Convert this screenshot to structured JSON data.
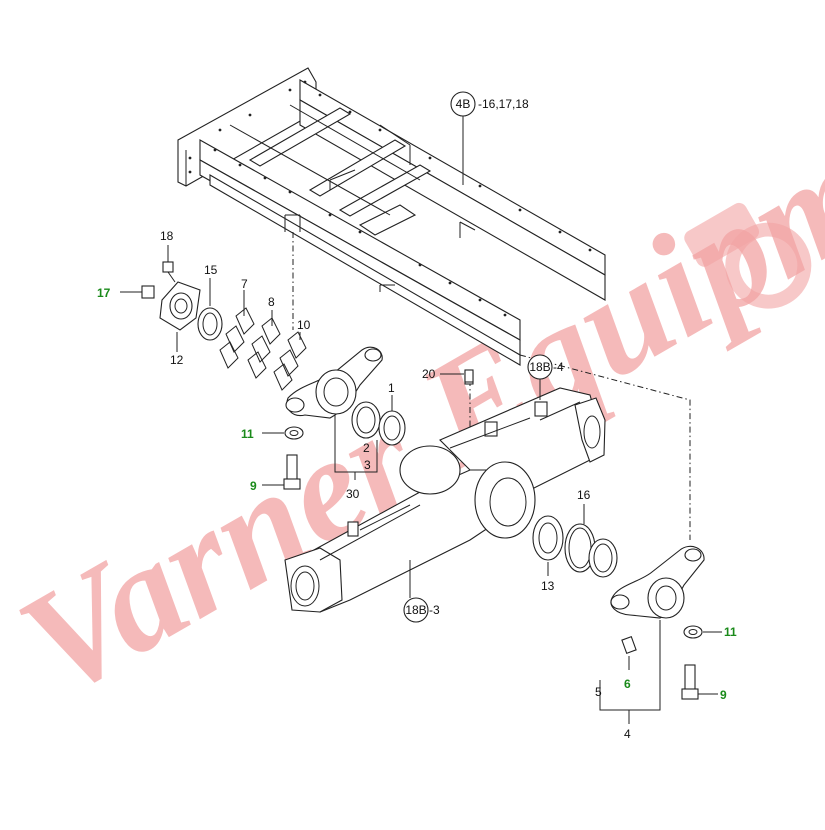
{
  "watermark": {
    "text": "Varner Equipment",
    "color": "#f2a3a3"
  },
  "callouts": [
    {
      "id": "c-4b",
      "circle": "4B",
      "suffix": "-16,17,18"
    },
    {
      "id": "c-18b4",
      "circle": "18B",
      "suffix": "-4"
    },
    {
      "id": "c-18b3",
      "circle": "18B",
      "suffix": "-3"
    }
  ],
  "parts": [
    {
      "id": "p18",
      "label": "18",
      "highlight": false
    },
    {
      "id": "p17",
      "label": "17",
      "highlight": true
    },
    {
      "id": "p15",
      "label": "15",
      "highlight": false
    },
    {
      "id": "p7",
      "label": "7",
      "highlight": false
    },
    {
      "id": "p8",
      "label": "8",
      "highlight": false
    },
    {
      "id": "p10",
      "label": "10",
      "highlight": false
    },
    {
      "id": "p12",
      "label": "12",
      "highlight": false
    },
    {
      "id": "p20",
      "label": "20",
      "highlight": false
    },
    {
      "id": "p1",
      "label": "1",
      "highlight": false
    },
    {
      "id": "p11a",
      "label": "11",
      "highlight": true
    },
    {
      "id": "p2",
      "label": "2",
      "highlight": false
    },
    {
      "id": "p3",
      "label": "3",
      "highlight": false
    },
    {
      "id": "p9a",
      "label": "9",
      "highlight": true
    },
    {
      "id": "p30",
      "label": "30",
      "highlight": false
    },
    {
      "id": "p16",
      "label": "16",
      "highlight": false
    },
    {
      "id": "p13",
      "label": "13",
      "highlight": false
    },
    {
      "id": "p11b",
      "label": "11",
      "highlight": true
    },
    {
      "id": "p6",
      "label": "6",
      "highlight": true
    },
    {
      "id": "p5",
      "label": "5",
      "highlight": false
    },
    {
      "id": "p9b",
      "label": "9",
      "highlight": true
    },
    {
      "id": "p4",
      "label": "4",
      "highlight": false
    }
  ]
}
